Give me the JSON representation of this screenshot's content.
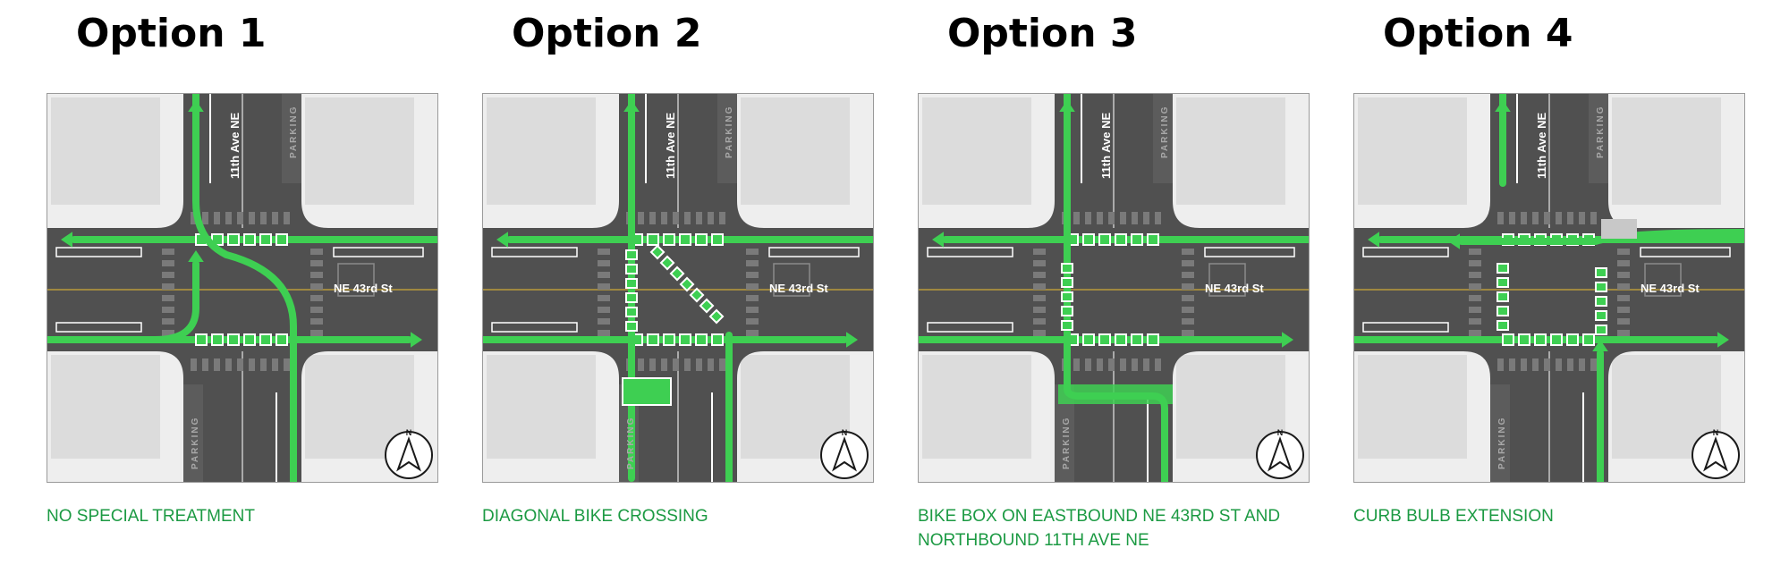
{
  "colors": {
    "bike_green": "#3ecf52",
    "caption_green": "#1c9a43",
    "road": "#505050",
    "lot": "#d8d8d8",
    "sidewalk": "#eeeeee"
  },
  "streets": {
    "avenue": "11th Ave NE",
    "street": "NE 43rd St",
    "parking": "PARKING",
    "north": "N"
  },
  "options": [
    {
      "title": "Option 1",
      "caption": "NO SPECIAL TREATMENT"
    },
    {
      "title": "Option 2",
      "caption": "DIAGONAL BIKE CROSSING"
    },
    {
      "title": "Option 3",
      "caption": "BIKE BOX ON EASTBOUND NE 43RD ST AND NORTHBOUND 11TH AVE NE"
    },
    {
      "title": "Option 4",
      "caption": "CURB BULB EXTENSION"
    }
  ]
}
